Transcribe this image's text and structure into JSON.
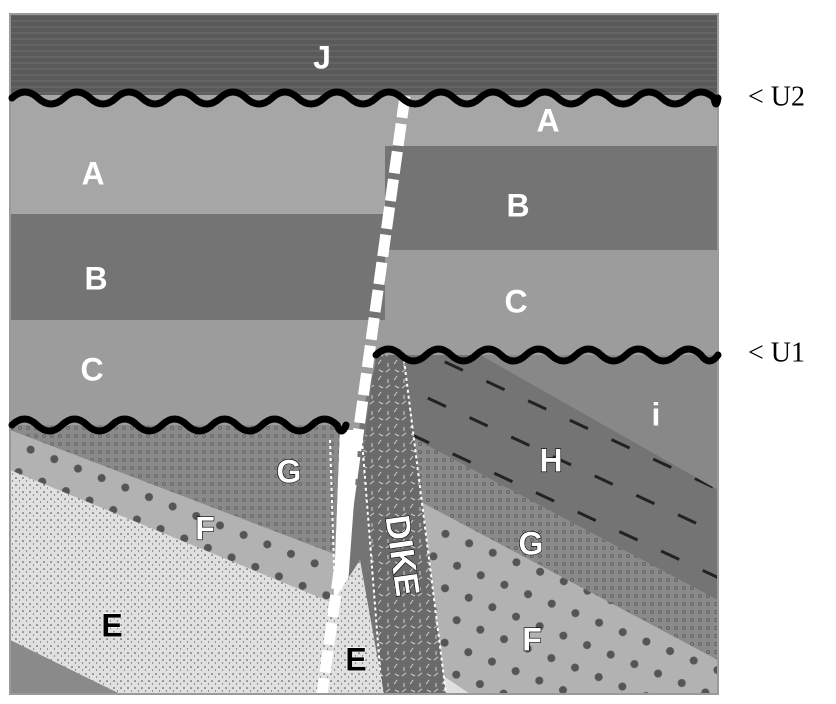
{
  "labels": {
    "J": "J",
    "A_left": "A",
    "B_left": "B",
    "C_left": "C",
    "A_right": "A",
    "B_right": "B",
    "C_right": "C",
    "G_left": "G",
    "F_left": "F",
    "E_left": "E",
    "E_center": "E",
    "H": "H",
    "i": "i",
    "G_right": "G",
    "F_right": "F",
    "dike": "DIKE"
  },
  "unconformities": {
    "U2": "< U2",
    "U1": "< U1"
  },
  "colors": {
    "J": "#5a5a5a",
    "A": "#a6a6a6",
    "B": "#747474",
    "C": "#9c9c9c",
    "H": "#747474",
    "i": "#888888",
    "G": "#8a8a8a",
    "F": "#b2b2b2",
    "E": "#e0e0e0",
    "dike": "#6a6a6a",
    "contact": "#000000",
    "fault": "#ffffff"
  }
}
